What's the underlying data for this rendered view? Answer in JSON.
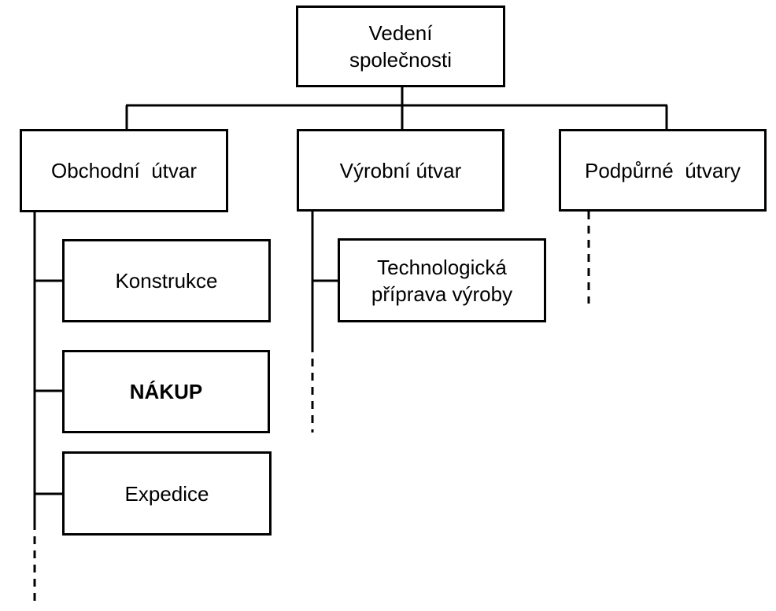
{
  "org_chart": {
    "root": {
      "label": "Vedení\nspolečnosti"
    },
    "units": [
      {
        "label": "Obchodní  útvar"
      },
      {
        "label": "Výrobní útvar"
      },
      {
        "label": "Podpůrné  útvary"
      }
    ],
    "obchodni_children": [
      {
        "label": "Konstrukce"
      },
      {
        "label": "NÁKUP"
      },
      {
        "label": "Expedice"
      }
    ],
    "vyrobni_children": [
      {
        "label": "Technologická\npříprava výroby"
      }
    ]
  }
}
